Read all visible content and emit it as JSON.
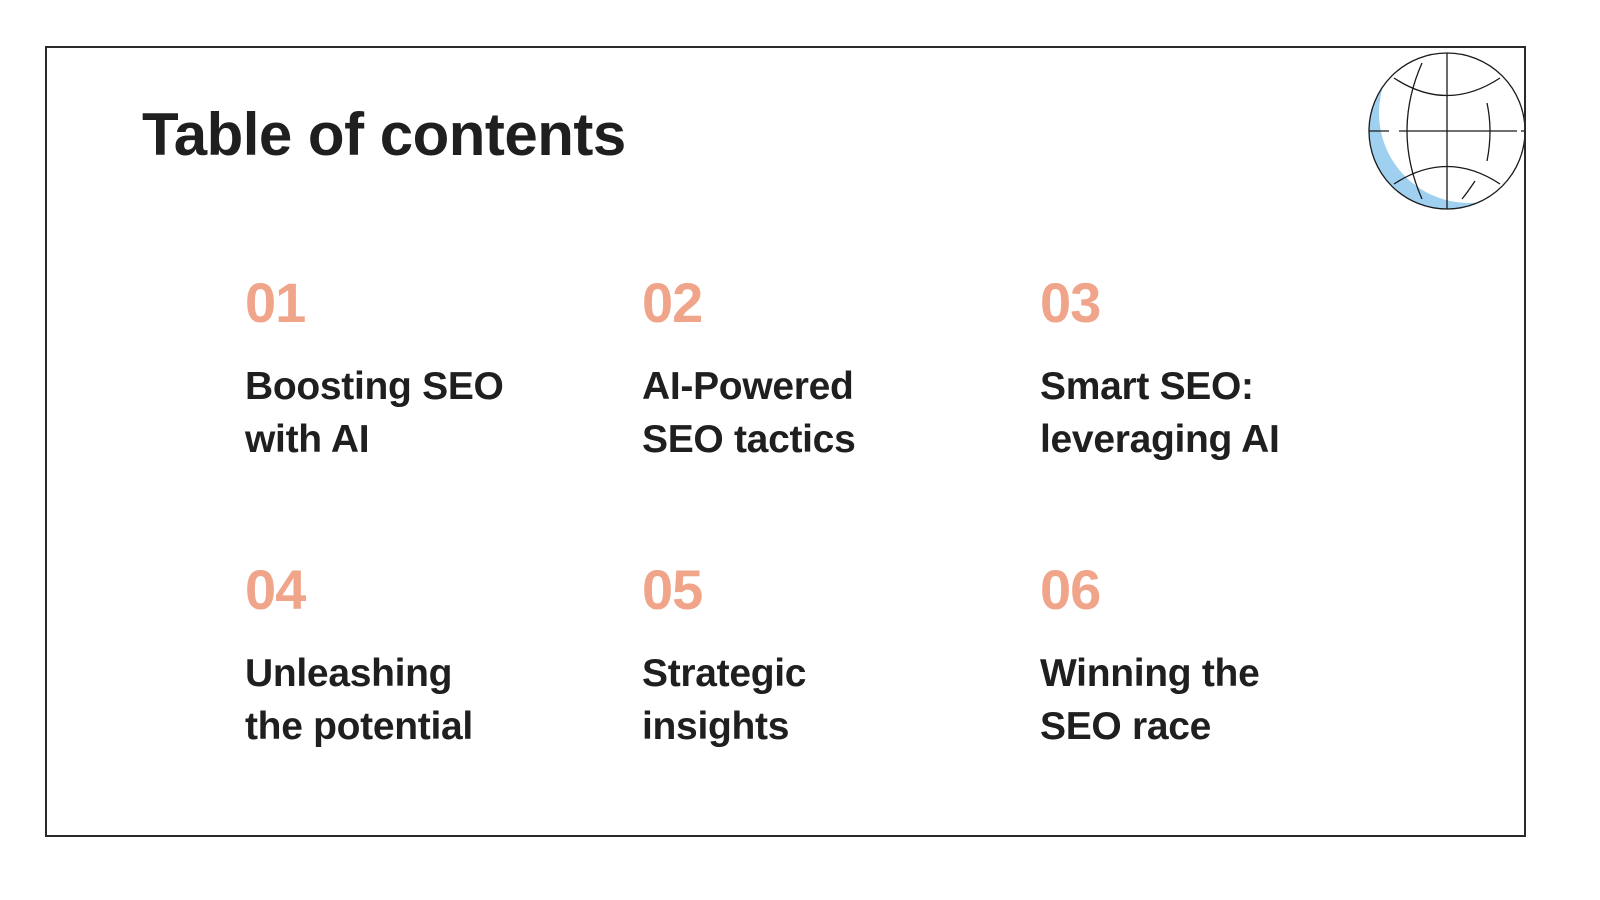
{
  "slide": {
    "title": "Table of contents",
    "accent_color": "#f0a48a",
    "text_color": "#1f1f1f",
    "decoration": "globe-icon",
    "items": [
      {
        "number": "01",
        "line1": "Boosting SEO",
        "line2": "with AI"
      },
      {
        "number": "02",
        "line1": "AI-Powered",
        "line2": "SEO tactics"
      },
      {
        "number": "03",
        "line1": "Smart SEO:",
        "line2": "leveraging AI"
      },
      {
        "number": "04",
        "line1": "Unleashing",
        "line2": "the potential"
      },
      {
        "number": "05",
        "line1": "Strategic",
        "line2": "insights"
      },
      {
        "number": "06",
        "line1": "Winning the",
        "line2": "SEO race"
      }
    ]
  }
}
